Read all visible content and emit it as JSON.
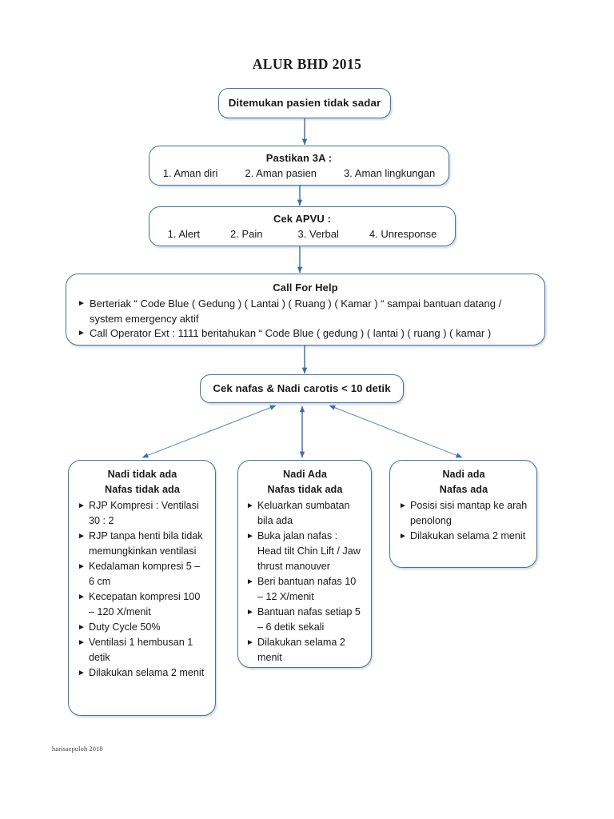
{
  "title": "ALUR BHD 2015",
  "footer": "harisaepuloh 2018",
  "colors": {
    "border": "#4472a8",
    "arrow": "#3c6ea5",
    "text": "#1a1a1a",
    "background": "#ffffff"
  },
  "nodes": {
    "start": {
      "label": "Ditemukan pasien tidak sadar"
    },
    "pastikan": {
      "header": "Pastikan 3A :",
      "items": [
        "1. Aman diri",
        "2. Aman pasien",
        "3. Aman lingkungan"
      ]
    },
    "apvu": {
      "header": "Cek APVU :",
      "items": [
        "1. Alert",
        "2. Pain",
        "3. Verbal",
        "4. Unresponse"
      ]
    },
    "callforhelp": {
      "header": "Call For Help",
      "bullet_glyph": "►",
      "items": [
        "Berteriak “ Code Blue ( Gedung ) ( Lantai ) ( Ruang ) ( Kamar ) “ sampai bantuan datang / system emergency aktif",
        "Call Operator Ext : 1111 beritahukan “ Code Blue ( gedung ) ( lantai ) ( ruang ) ( kamar )"
      ]
    },
    "cek_nafas": {
      "label": "Cek nafas & Nadi carotis < 10 detik"
    }
  },
  "outcomes": [
    {
      "id": "nadi-tidak-ada-nafas-tidak-ada",
      "header_line1": "Nadi tidak ada",
      "header_line2": "Nafas tidak ada",
      "items": [
        "RJP Kompresi : Ventilasi 30 : 2",
        "RJP tanpa henti bila tidak memungkinkan ventilasi",
        "Kedalaman kompresi 5 – 6 cm",
        "Kecepatan kompresi 100 – 120 X/menit",
        "Duty Cycle 50%",
        "Ventilasi 1 hembusan 1 detik",
        "Dilakukan selama 2 menit"
      ]
    },
    {
      "id": "nadi-ada-nafas-tidak-ada",
      "header_line1": "Nadi Ada",
      "header_line2": "Nafas tidak ada",
      "items": [
        "Keluarkan sumbatan bila ada",
        "Buka jalan nafas : Head tilt Chin Lift / Jaw thrust manouver",
        "Beri bantuan nafas 10 – 12 X/menit",
        "Bantuan nafas setiap 5 – 6 detik sekali",
        "Dilakukan selama 2 menit"
      ]
    },
    {
      "id": "nadi-ada-nafas-ada",
      "header_line1": "Nadi ada",
      "header_line2": "Nafas ada",
      "items": [
        "Posisi sisi mantap ke arah penolong",
        "Dilakukan selama 2 menit"
      ]
    }
  ]
}
